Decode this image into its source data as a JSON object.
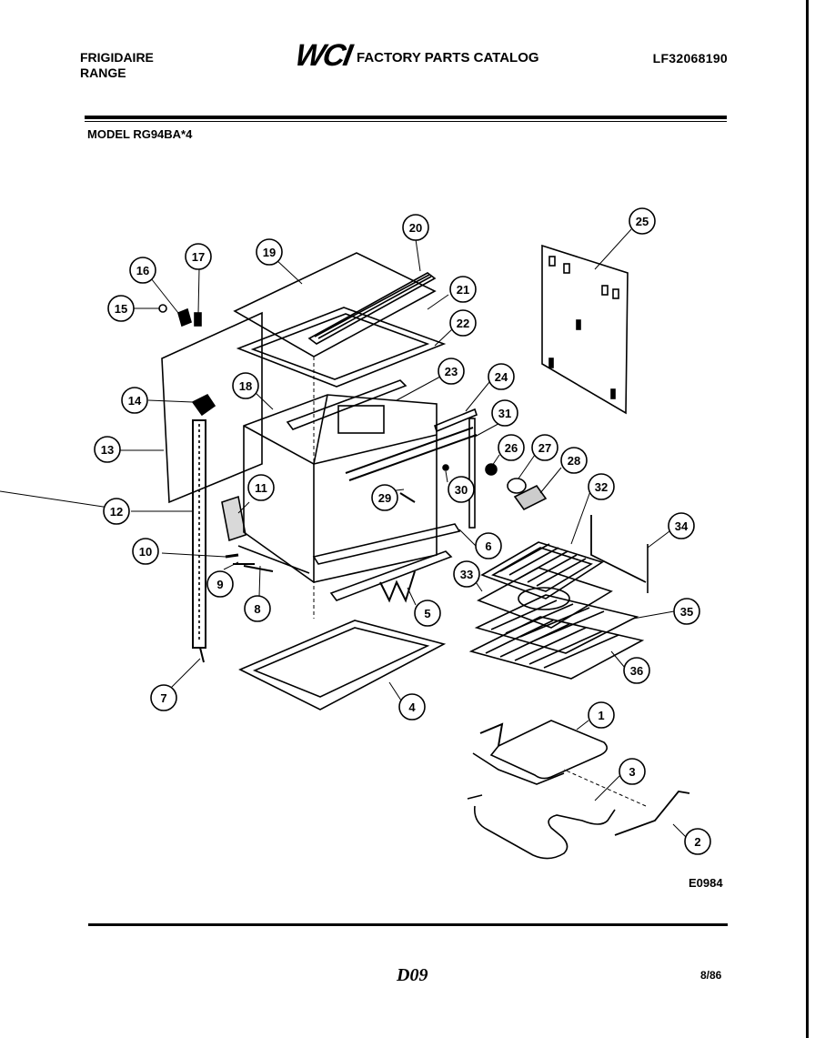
{
  "header": {
    "brand": "FRIGIDAIRE",
    "product": "RANGE",
    "logo": "WCI",
    "catalog_title": "FACTORY PARTS CATALOG",
    "catalog_number": "LF32068190"
  },
  "model": "MODEL RG94BA*4",
  "diagram": {
    "code": "E0984",
    "callouts": [
      "1",
      "2",
      "3",
      "4",
      "5",
      "6",
      "7",
      "8",
      "9",
      "10",
      "11",
      "12",
      "13",
      "14",
      "15",
      "16",
      "17",
      "18",
      "19",
      "20",
      "21",
      "22",
      "23",
      "24",
      "25",
      "26",
      "27",
      "28",
      "29",
      "30",
      "31",
      "32",
      "33",
      "34",
      "35",
      "36"
    ]
  },
  "footer": {
    "page": "D09",
    "date": "8/86"
  }
}
